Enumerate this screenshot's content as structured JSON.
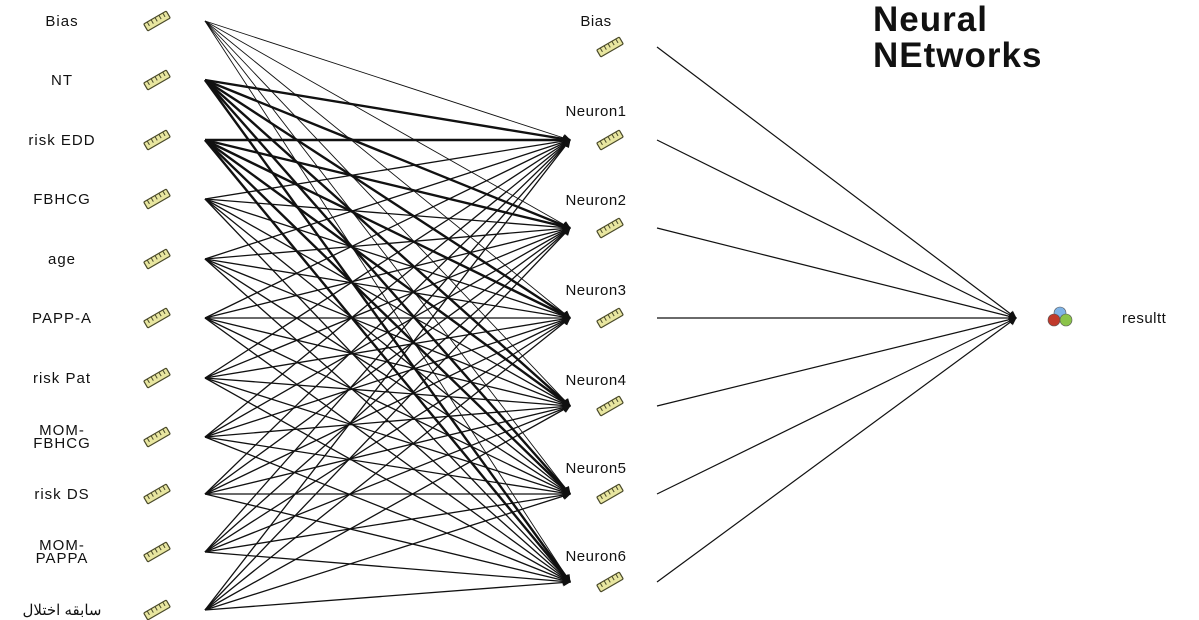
{
  "title": {
    "line1": "Neural",
    "line2": "NEtworks"
  },
  "input_layer": {
    "nodes": [
      {
        "label": "Bias"
      },
      {
        "label": "NT"
      },
      {
        "label": "risk EDD"
      },
      {
        "label": "FBHCG"
      },
      {
        "label": "age"
      },
      {
        "label": "PAPP-A"
      },
      {
        "label": "risk Pat"
      },
      {
        "label": "MOM-\nFBHCG"
      },
      {
        "label": "risk DS"
      },
      {
        "label": "MOM-\nPAPPA"
      },
      {
        "label": "سابقه اختلال"
      }
    ]
  },
  "hidden_layer": {
    "nodes": [
      {
        "label": "Bias"
      },
      {
        "label": "Neuron1"
      },
      {
        "label": "Neuron2"
      },
      {
        "label": "Neuron3"
      },
      {
        "label": "Neuron4"
      },
      {
        "label": "Neuron5"
      },
      {
        "label": "Neuron6"
      }
    ]
  },
  "output_layer": {
    "nodes": [
      {
        "label": "resultt"
      }
    ]
  },
  "colors": {
    "line": "#111111",
    "ruler_fill": "#e8e6a0",
    "ruler_border": "#4a4a2a",
    "target_red": "#c0392b",
    "target_green": "#8bc34a",
    "target_blue": "#7fb3e6"
  },
  "icons": {
    "scale_node": "ruler-icon",
    "target_node": "nominal-target-icon"
  }
}
